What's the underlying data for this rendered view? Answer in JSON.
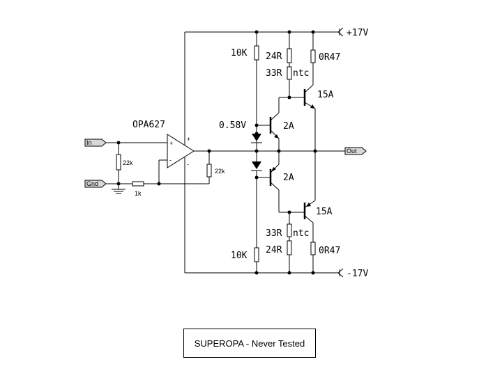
{
  "title": "SUPEROPA - Never Tested",
  "rails": {
    "positive": "+17V",
    "negative": "-17V"
  },
  "ports": {
    "input": "In",
    "ground": "Gnd",
    "output": "Out"
  },
  "opamp": {
    "part": "OPA627",
    "plus": "+",
    "minus": "-",
    "supply_plus": "+",
    "supply_minus": "-"
  },
  "resistors": {
    "r_in": "22k",
    "r_gnd": "1k",
    "r_fb": "22k",
    "r_bias_top": "10K",
    "r_bias_bottom": "10K",
    "r_top_24": "24R",
    "r_top_33": "33R",
    "r_top_ntc": "ntc",
    "r_bot_24": "24R",
    "r_bot_33": "33R",
    "r_bot_ntc": "ntc",
    "r_emit_top": "0R47",
    "r_emit_bot": "0R47"
  },
  "diodes": {
    "bias_voltage": "0.58V"
  },
  "transistors": {
    "driver_top": "2A",
    "driver_bottom": "2A",
    "power_top": "15A",
    "power_bottom": "15A"
  }
}
